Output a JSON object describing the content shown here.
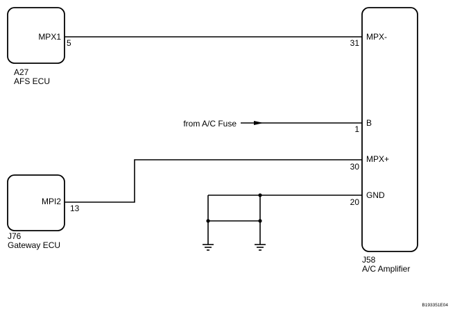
{
  "components": {
    "afs_ecu": {
      "code": "A27",
      "name": "AFS ECU",
      "pin_name": "MPX1",
      "pin_number": "5"
    },
    "gateway_ecu": {
      "code": "J76",
      "name": "Gateway ECU",
      "pin_name": "MPI2",
      "pin_number": "13"
    },
    "ac_amplifier": {
      "code": "J58",
      "name": "A/C Amplifier",
      "pins": [
        {
          "name": "MPX-",
          "number": "31"
        },
        {
          "name": "B",
          "number": "1"
        },
        {
          "name": "MPX+",
          "number": "30"
        },
        {
          "name": "GND",
          "number": "20"
        }
      ]
    }
  },
  "source_label": "from A/C Fuse",
  "figure_id": "B193351E04"
}
